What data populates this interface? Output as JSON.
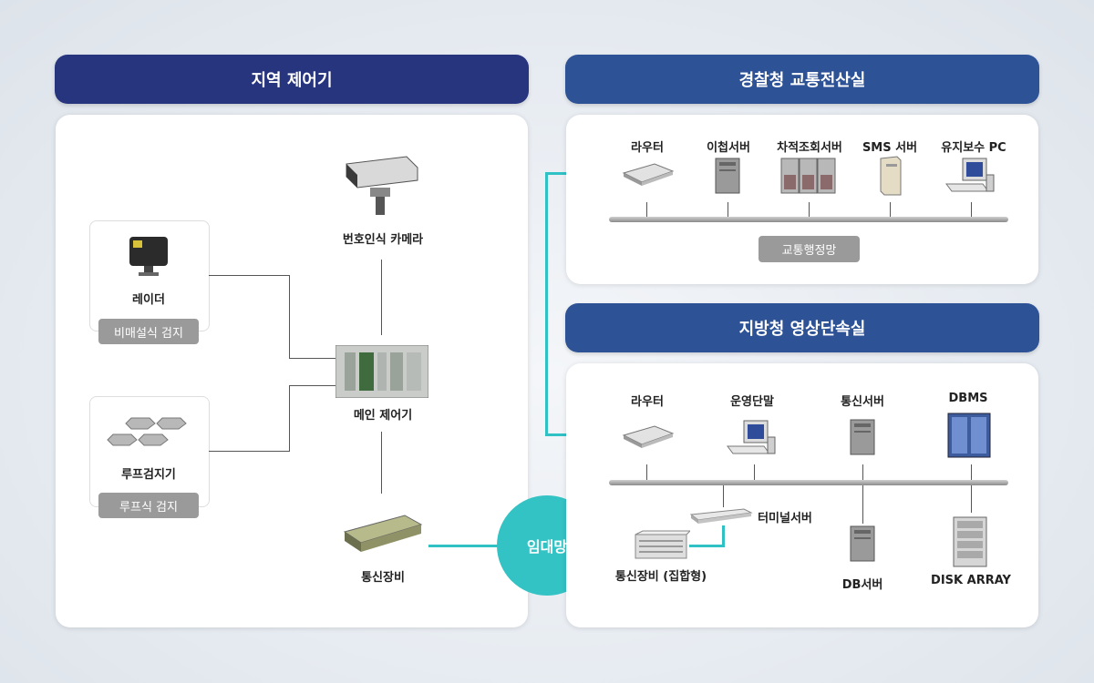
{
  "left": {
    "title": "지역 제어기",
    "radar": {
      "label": "레이더",
      "badge": "비매설식 검지"
    },
    "loop": {
      "label": "루프검지기",
      "badge": "루프식 검지"
    },
    "camera": {
      "label": "번호인식 카메라"
    },
    "controller": {
      "label": "메인 제어기"
    },
    "comm": {
      "label": "통신장비"
    }
  },
  "network": {
    "label": "임대망"
  },
  "police": {
    "title": "경찰청 교통전산실",
    "devices": [
      {
        "label": "라우터",
        "icon": "router-icon"
      },
      {
        "label": "이첩서버",
        "icon": "server-icon"
      },
      {
        "label": "차적조회서버",
        "icon": "server-rack-icon"
      },
      {
        "label": "SMS 서버",
        "icon": "server-icon"
      },
      {
        "label": "유지보수 PC",
        "icon": "pc-icon"
      }
    ],
    "bus_label": "교통행정망"
  },
  "local": {
    "title": "지방청 영상단속실",
    "devices": [
      {
        "label": "라우터",
        "icon": "router-icon"
      },
      {
        "label": "운영단말",
        "icon": "pc-icon"
      },
      {
        "label": "통신서버",
        "icon": "server-icon"
      },
      {
        "label": "DBMS",
        "icon": "dbms-icon"
      }
    ],
    "terminal_server": "터미널서버",
    "comm_aggregate": "통신장비 (집합형)",
    "db_server": "DB서버",
    "disk_array": "DISK ARRAY"
  },
  "colors": {
    "header_left": "#27357f",
    "header_right": "#2d5296",
    "teal": "#2fc1c4"
  }
}
